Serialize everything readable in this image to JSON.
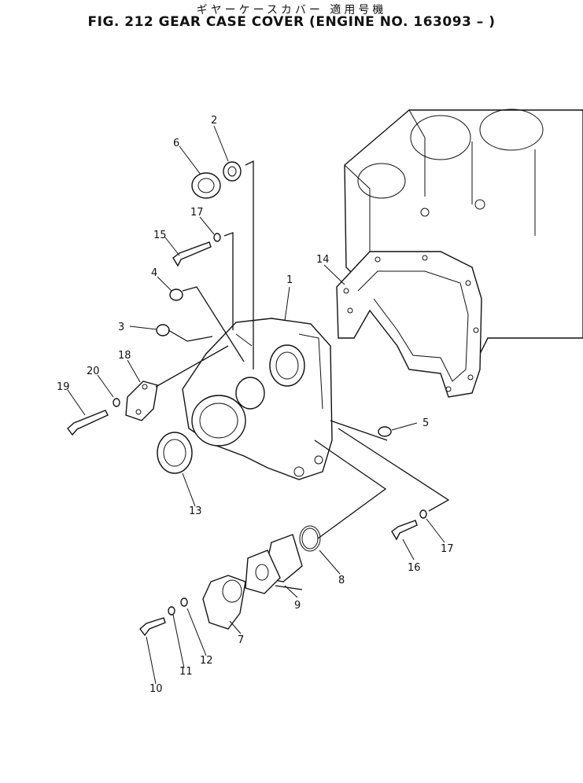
{
  "header": {
    "title_jp": "ギヤーケースカバー  適用号機",
    "title": "FIG. 212  GEAR CASE COVER (ENGINE NO. 163093 –  )"
  },
  "callouts": [
    "1",
    "2",
    "3",
    "4",
    "5",
    "6",
    "7",
    "8",
    "9",
    "10",
    "11",
    "12",
    "13",
    "14",
    "15",
    "16",
    "17",
    "17",
    "18",
    "19",
    "20"
  ]
}
